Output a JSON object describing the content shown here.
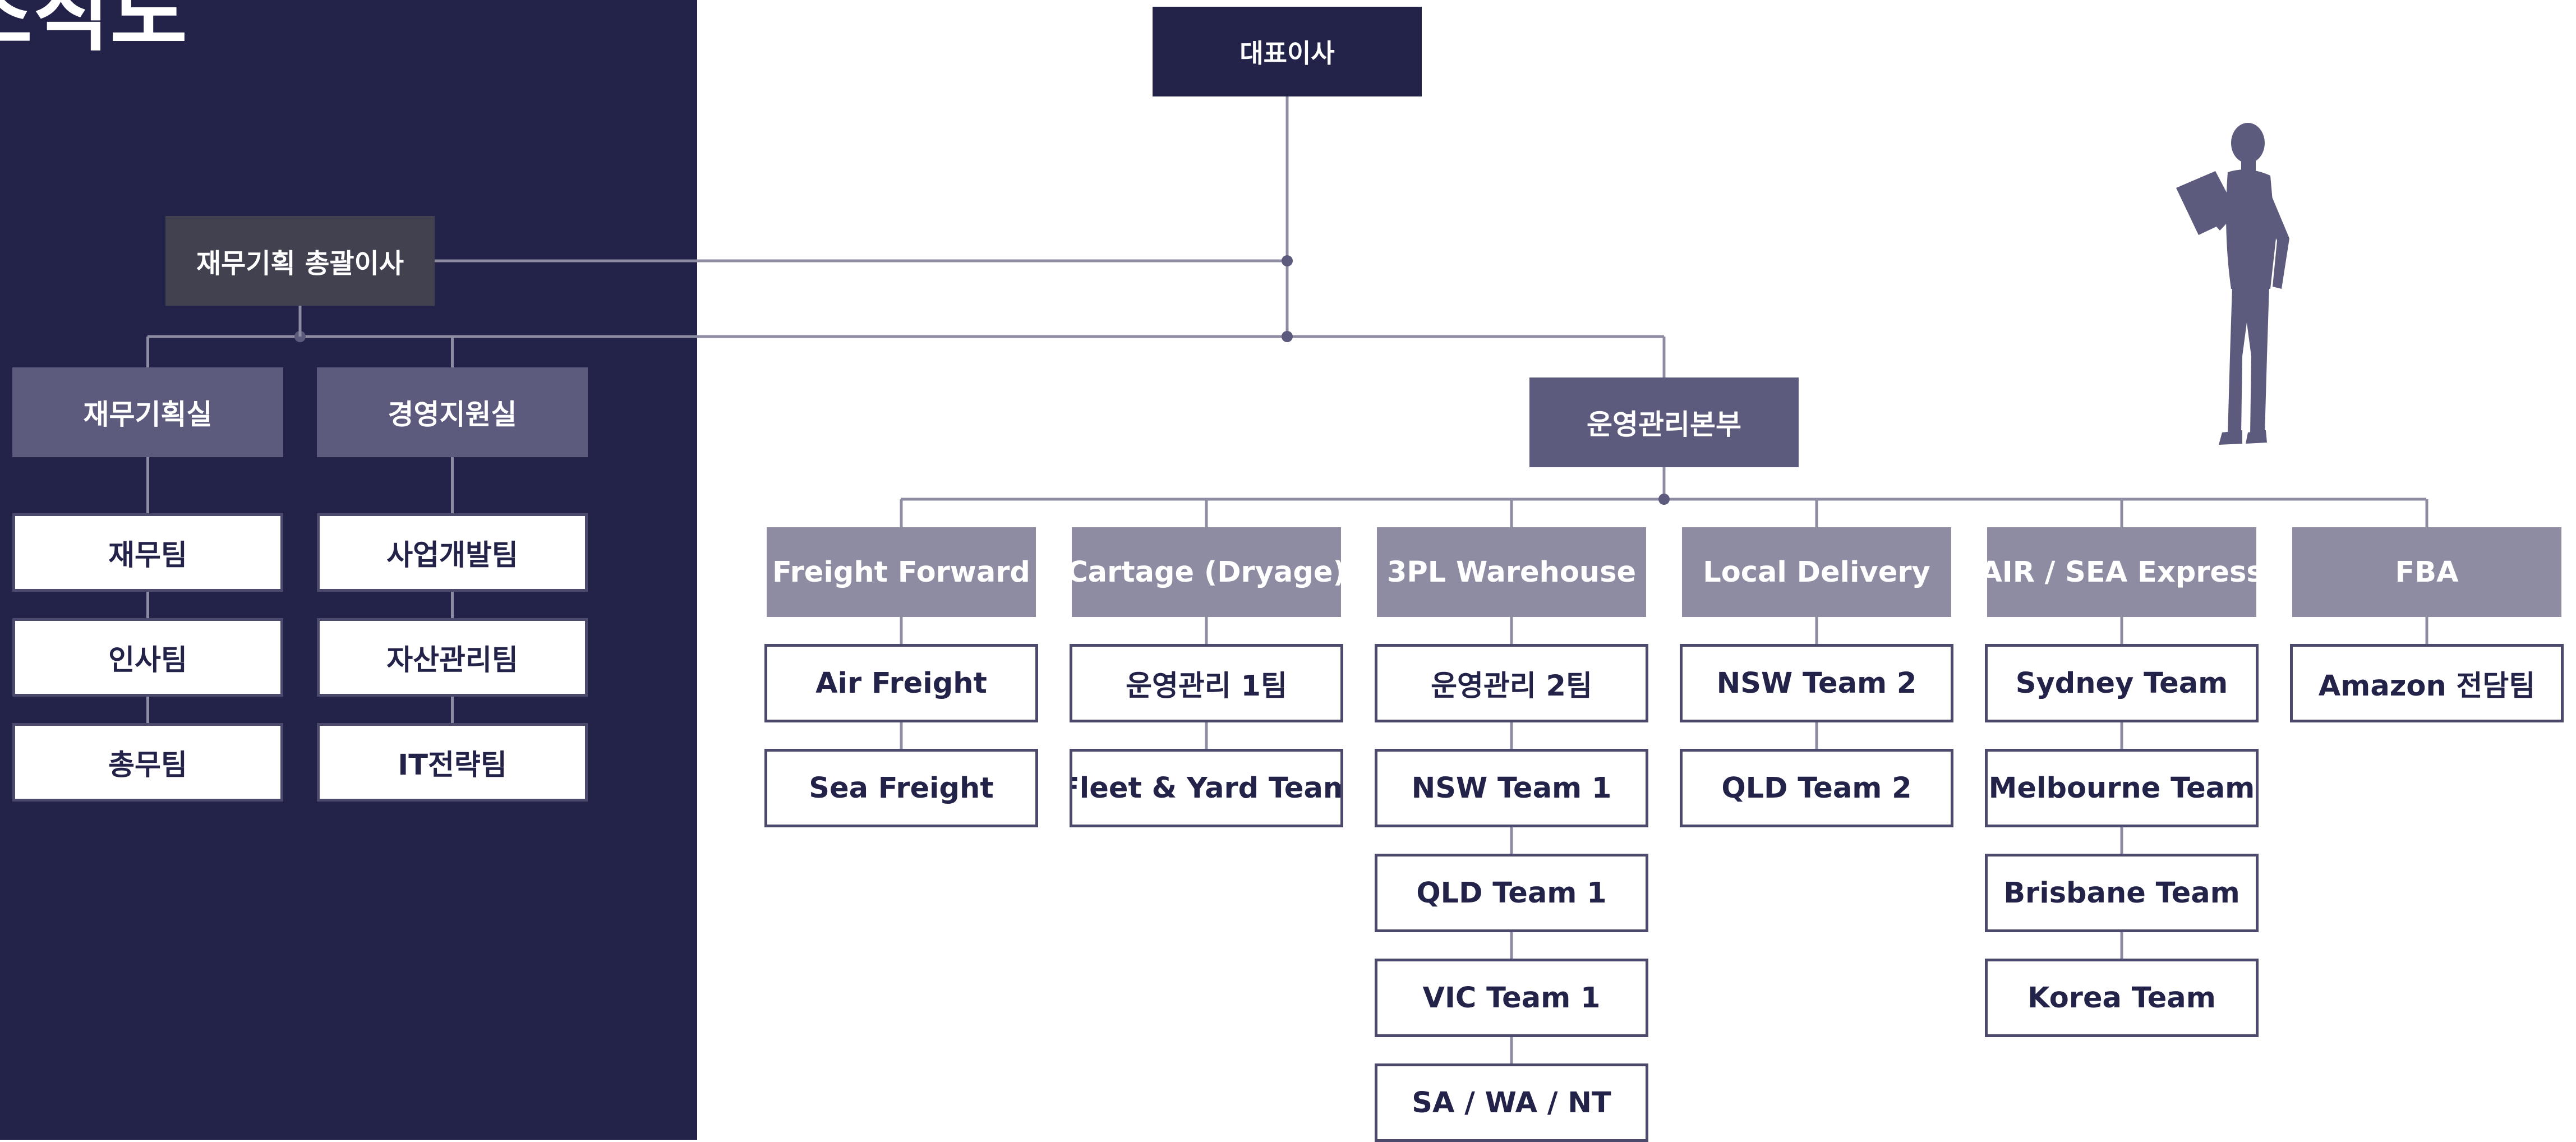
{
  "page": {
    "title": "조직도"
  },
  "colors": {
    "panel": "#232249",
    "ceo": "#232249",
    "cfo": "#424150",
    "unit": "#5d5b7d",
    "division_head": "#8d8ca2",
    "team_border": "#4b4a6c",
    "connector": "#8d8ca2",
    "silhouette": "#5d5b7d"
  },
  "org": {
    "ceo": "대표이사",
    "cfo": "재무기획 총괄이사",
    "finance_units": [
      {
        "name": "재무기획실",
        "teams": [
          "재무팀",
          "인사팀",
          "총무팀"
        ]
      },
      {
        "name": "경영지원실",
        "teams": [
          "사업개발팀",
          "자산관리팀",
          "IT전략팀"
        ]
      }
    ],
    "operations": "운영관리본부",
    "divisions": [
      {
        "name": "Freight Forward",
        "teams": [
          "Air Freight",
          "Sea Freight"
        ]
      },
      {
        "name": "Cartage (Dryage)",
        "teams": [
          "운영관리 1팀",
          "Fleet & Yard Team"
        ]
      },
      {
        "name": "3PL Warehouse",
        "teams": [
          "운영관리 2팀",
          "NSW Team 1",
          "QLD Team 1",
          "VIC Team 1",
          "SA / WA / NT"
        ]
      },
      {
        "name": "Local Delivery",
        "teams": [
          "NSW Team 2",
          "QLD Team 2"
        ]
      },
      {
        "name": "AIR / SEA Express",
        "teams": [
          "Sydney Team",
          "Melbourne Team",
          "Brisbane Team",
          "Korea Team"
        ]
      },
      {
        "name": "FBA",
        "teams": [
          "Amazon 전담팀"
        ]
      }
    ]
  },
  "decor": {
    "silhouette_icon": "person-reading-silhouette-icon"
  }
}
